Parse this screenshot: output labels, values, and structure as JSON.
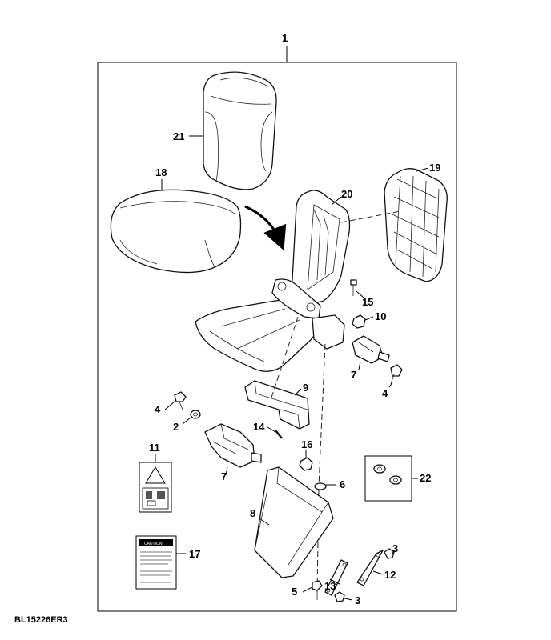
{
  "figure_id": "BL15226ER3",
  "assembly_callout": "1",
  "callouts": {
    "c2": "2",
    "c3a": "3",
    "c3b": "3",
    "c4a": "4",
    "c4b": "4",
    "c5": "5",
    "c6": "6",
    "c7a": "7",
    "c7b": "7",
    "c8": "8",
    "c9": "9",
    "c10": "10",
    "c11": "11",
    "c12": "12",
    "c13": "13",
    "c14": "14",
    "c15": "15",
    "c16": "16",
    "c17": "17",
    "c18": "18",
    "c19": "19",
    "c20": "20",
    "c21": "21",
    "c22": "22"
  },
  "caution_label": {
    "heading": "CAUTION"
  }
}
